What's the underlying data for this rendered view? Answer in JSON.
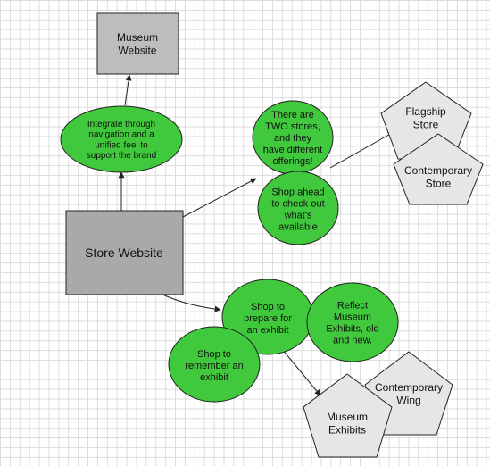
{
  "colors": {
    "ellipse_fill": "#40c93c",
    "rect_fill": "#bdbdbd",
    "store_rect_fill": "#a9a9a9",
    "pentagon_fill": "#e6e6e6",
    "stroke": "#222222"
  },
  "nodes": {
    "museum_website": {
      "lines": [
        "Museum",
        "Website"
      ]
    },
    "store_website": {
      "lines": [
        "Store Website"
      ]
    },
    "integrate": {
      "lines": [
        "Integrate through",
        "navigation and a",
        "unified feel to",
        "support the brand"
      ]
    },
    "two_stores": {
      "lines": [
        "There are",
        "TWO stores,",
        "and they",
        "have different",
        "offerings!"
      ]
    },
    "shop_ahead": {
      "lines": [
        "Shop ahead",
        "to check out",
        "what's",
        "available"
      ]
    },
    "flagship": {
      "lines": [
        "Flagship",
        "Store"
      ]
    },
    "contemporary_store": {
      "lines": [
        "Contemporary",
        "Store"
      ]
    },
    "prepare": {
      "lines": [
        "Shop to",
        "prepare for",
        "an exhibit"
      ]
    },
    "reflect": {
      "lines": [
        "Reflect",
        "Museum",
        "Exhibits, old",
        "and new."
      ]
    },
    "remember": {
      "lines": [
        "Shop to",
        "remember an",
        "exhibit"
      ]
    },
    "contemporary_wing": {
      "lines": [
        "Contemporary",
        "Wing"
      ]
    },
    "museum_exhibits": {
      "lines": [
        "Museum",
        "Exhibits"
      ]
    }
  }
}
